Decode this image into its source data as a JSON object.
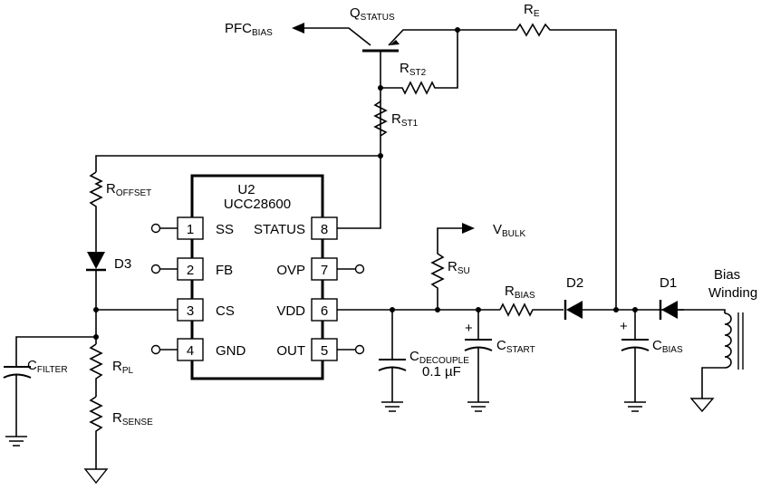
{
  "chip": {
    "name": "U2",
    "part": "UCC28600",
    "pins": [
      {
        "num": "1",
        "name": "SS"
      },
      {
        "num": "2",
        "name": "FB"
      },
      {
        "num": "3",
        "name": "CS"
      },
      {
        "num": "4",
        "name": "GND"
      },
      {
        "num": "5",
        "name": "OUT"
      },
      {
        "num": "6",
        "name": "VDD"
      },
      {
        "num": "7",
        "name": "OVP"
      },
      {
        "num": "8",
        "name": "STATUS"
      }
    ]
  },
  "labels": {
    "pfc_bias": {
      "main": "PFC",
      "sub": "BIAS"
    },
    "q_status": {
      "main": "Q",
      "sub": "STATUS"
    },
    "r_e": {
      "main": "R",
      "sub": "E"
    },
    "r_st2": {
      "main": "R",
      "sub": "ST2"
    },
    "r_st1": {
      "main": "R",
      "sub": "ST1"
    },
    "r_offset": {
      "main": "R",
      "sub": "OFFSET"
    },
    "d3": "D3",
    "c_filter": {
      "main": "C",
      "sub": "FILTER"
    },
    "r_pl": {
      "main": "R",
      "sub": "PL"
    },
    "r_sense": {
      "main": "R",
      "sub": "SENSE"
    },
    "v_bulk": {
      "main": "V",
      "sub": "BULK"
    },
    "r_su": {
      "main": "R",
      "sub": "SU"
    },
    "r_bias": {
      "main": "R",
      "sub": "BIAS"
    },
    "d2": "D2",
    "d1": "D1",
    "c_decouple": {
      "main": "C",
      "sub": "DECOUPLE"
    },
    "c_decouple_value": "0.1 µF",
    "c_start": {
      "main": "C",
      "sub": "START"
    },
    "c_bias": {
      "main": "C",
      "sub": "BIAS"
    },
    "bias_winding_line1": "Bias",
    "bias_winding_line2": "Winding",
    "plus_sign": "+"
  }
}
